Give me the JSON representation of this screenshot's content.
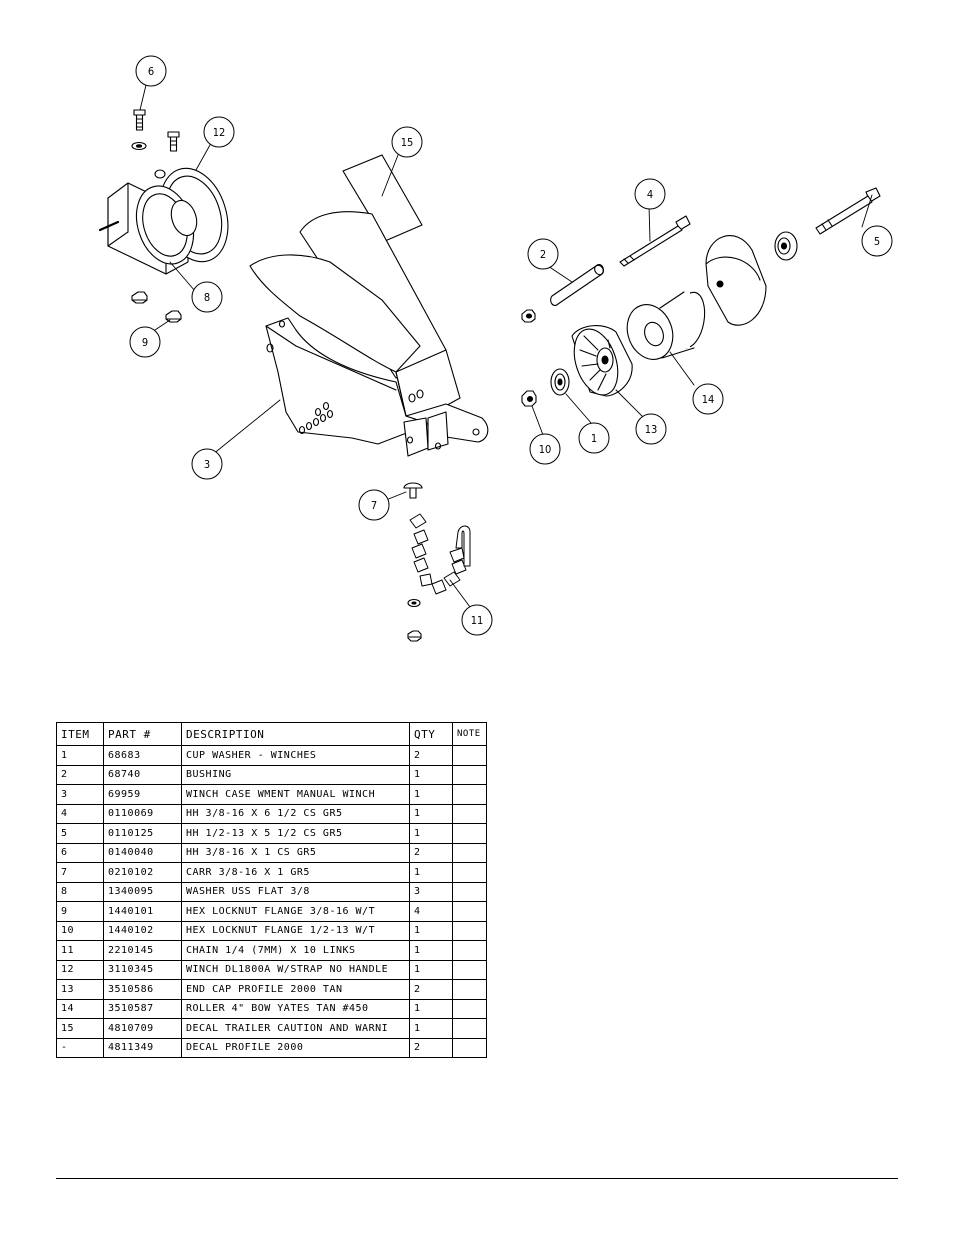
{
  "callouts": [
    "6",
    "12",
    "15",
    "4",
    "2",
    "5",
    "8",
    "9",
    "3",
    "14",
    "13",
    "1",
    "10",
    "7",
    "11"
  ],
  "table": {
    "headers": [
      "ITEM",
      "PART #",
      "DESCRIPTION",
      "QTY",
      "NOTE"
    ],
    "rows": [
      [
        "1",
        "68683",
        "CUP WASHER - WINCHES",
        "2",
        ""
      ],
      [
        "2",
        "68740",
        "BUSHING",
        "1",
        ""
      ],
      [
        "3",
        "69959",
        "WINCH CASE WMENT MANUAL WINCH",
        "1",
        ""
      ],
      [
        "4",
        "0110069",
        "HH 3/8-16 X 6 1/2 CS GR5",
        "1",
        ""
      ],
      [
        "5",
        "0110125",
        "HH 1/2-13 X 5 1/2 CS GR5",
        "1",
        ""
      ],
      [
        "6",
        "0140040",
        "HH 3/8-16 X 1 CS GR5",
        "2",
        ""
      ],
      [
        "7",
        "0210102",
        "CARR 3/8-16 X 1 GR5",
        "1",
        ""
      ],
      [
        "8",
        "1340095",
        "WASHER USS FLAT 3/8",
        "3",
        ""
      ],
      [
        "9",
        "1440101",
        "HEX LOCKNUT FLANGE 3/8-16 W/T",
        "4",
        ""
      ],
      [
        "10",
        "1440102",
        "HEX LOCKNUT FLANGE 1/2-13 W/T",
        "1",
        ""
      ],
      [
        "11",
        "2210145",
        "CHAIN 1/4 (7MM) X 10 LINKS",
        "1",
        ""
      ],
      [
        "12",
        "3110345",
        "WINCH DL1800A W/STRAP  NO HANDLE",
        "1",
        ""
      ],
      [
        "13",
        "3510586",
        "END CAP PROFILE 2000 TAN",
        "2",
        ""
      ],
      [
        "14",
        "3510587",
        "ROLLER 4\" BOW YATES TAN #450",
        "1",
        ""
      ],
      [
        "15",
        "4810709",
        "DECAL TRAILER CAUTION AND WARNI",
        "1",
        ""
      ],
      [
        "-",
        "4811349",
        "DECAL PROFILE 2000",
        "2",
        ""
      ]
    ]
  }
}
